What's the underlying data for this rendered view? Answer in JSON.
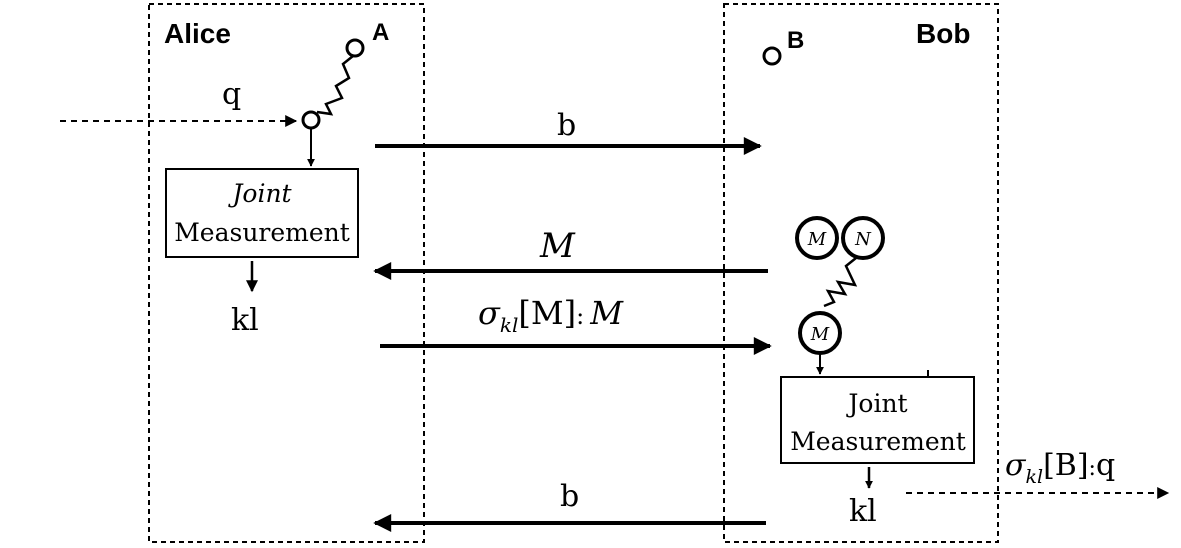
{
  "alice": {
    "label": "Alice",
    "qubit_label": "A",
    "input_label": "q"
  },
  "bob": {
    "label": "Bob",
    "qubit_label": "B"
  },
  "alice_box": {
    "line1": "Joint",
    "line2": "Measurement",
    "output": "kl"
  },
  "bob_box": {
    "line1": "Joint",
    "line2": "Measurement",
    "output": "kl"
  },
  "messages": {
    "m1": "b",
    "m2": "M",
    "m3": {
      "sigma": "σ",
      "sub": "kl",
      "bracket": "[M]",
      "sep": ":",
      "tail": "M"
    },
    "m4": "b"
  },
  "bob_particles": {
    "m": "M",
    "n": "N",
    "m2": "M"
  },
  "output": {
    "sigma": "σ",
    "sub": "kl",
    "bracket": "[B]",
    "sep": ":",
    "tail": "q"
  },
  "colors": {
    "ink": "#000000",
    "background": "#ffffff"
  }
}
